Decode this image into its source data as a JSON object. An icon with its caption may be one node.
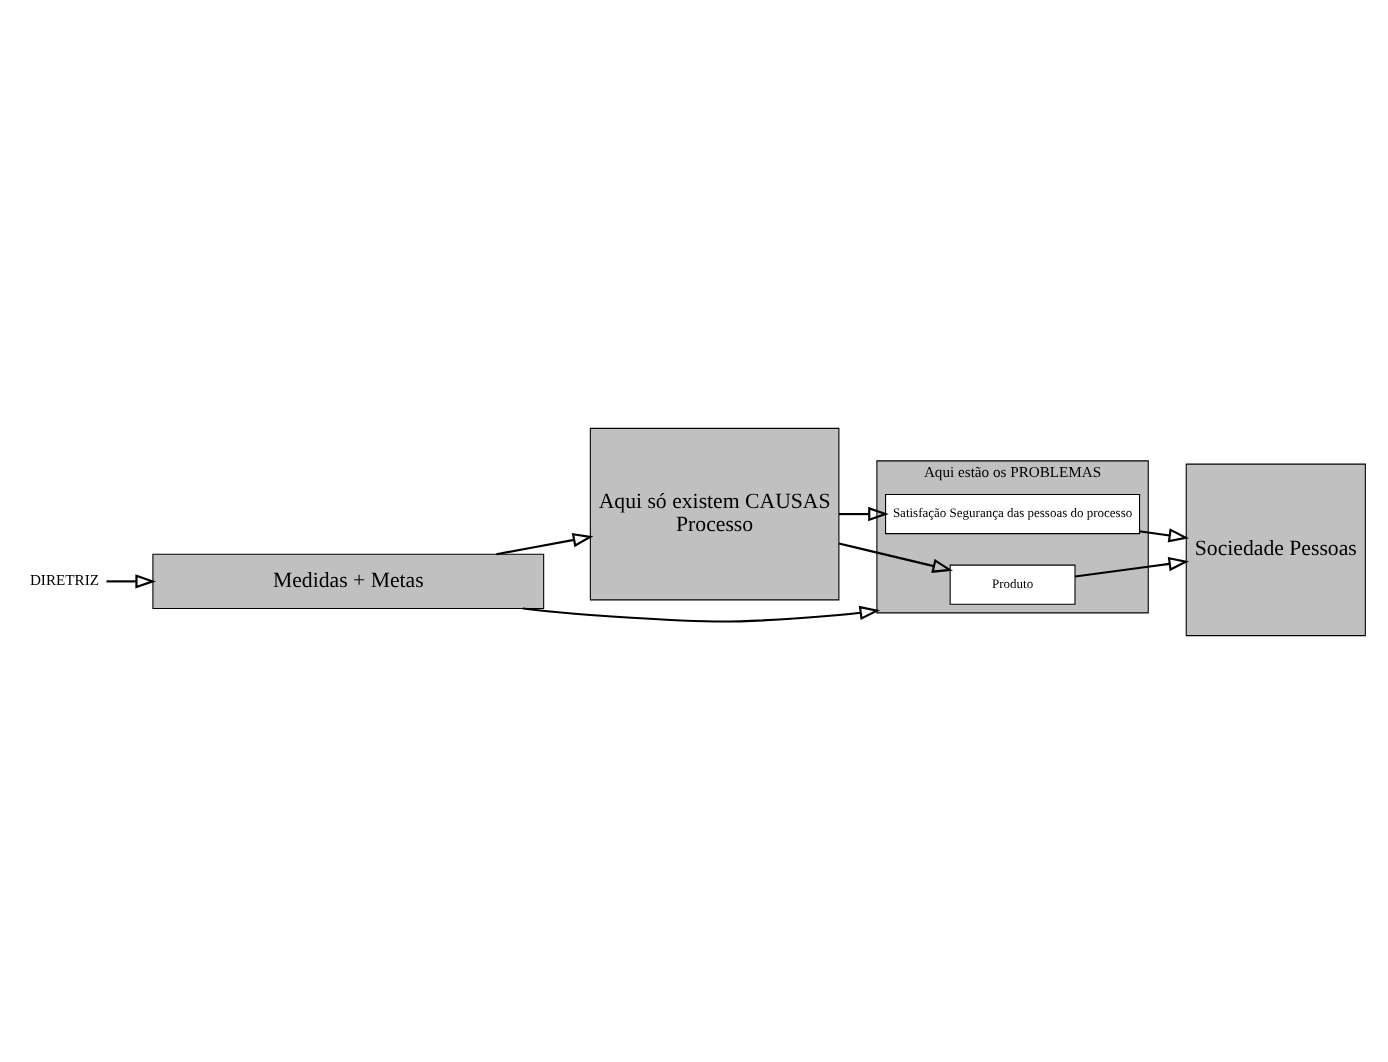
{
  "diagram": {
    "nodes": [
      {
        "text": [
          "Aqui só existem CAUSAS",
          "Processo"
        ]
      },
      {
        "text": [
          "Aqui estão os PROBLEMAS"
        ]
      },
      {
        "text": [
          "Produto"
        ],
        "in": 1
      },
      {
        "text": [
          "Satisfação Segurança das pessoas do processo"
        ],
        "in": 1
      },
      {
        "text": [
          "Sociedade Pessoas"
        ]
      },
      {
        "text": [
          "Medidas + Metas"
        ]
      },
      {
        "text": [
          "DIRETRIZ"
        ]
      }
    ],
    "edges": [
      {
        "from": 0,
        "to": 2,
        "arrow": "to"
      },
      {
        "from": 0,
        "to": 3,
        "arrow": "to"
      },
      {
        "from": 2,
        "to": 4,
        "arrow": "to"
      },
      {
        "from": 3,
        "to": 4,
        "arrow": "to"
      },
      {
        "from": 5,
        "to": 0,
        "arrow": "to"
      },
      {
        "from": 5,
        "to": 1,
        "arrow": "to"
      },
      {
        "from": 6,
        "to": 5,
        "arrow": "to"
      }
    ]
  }
}
